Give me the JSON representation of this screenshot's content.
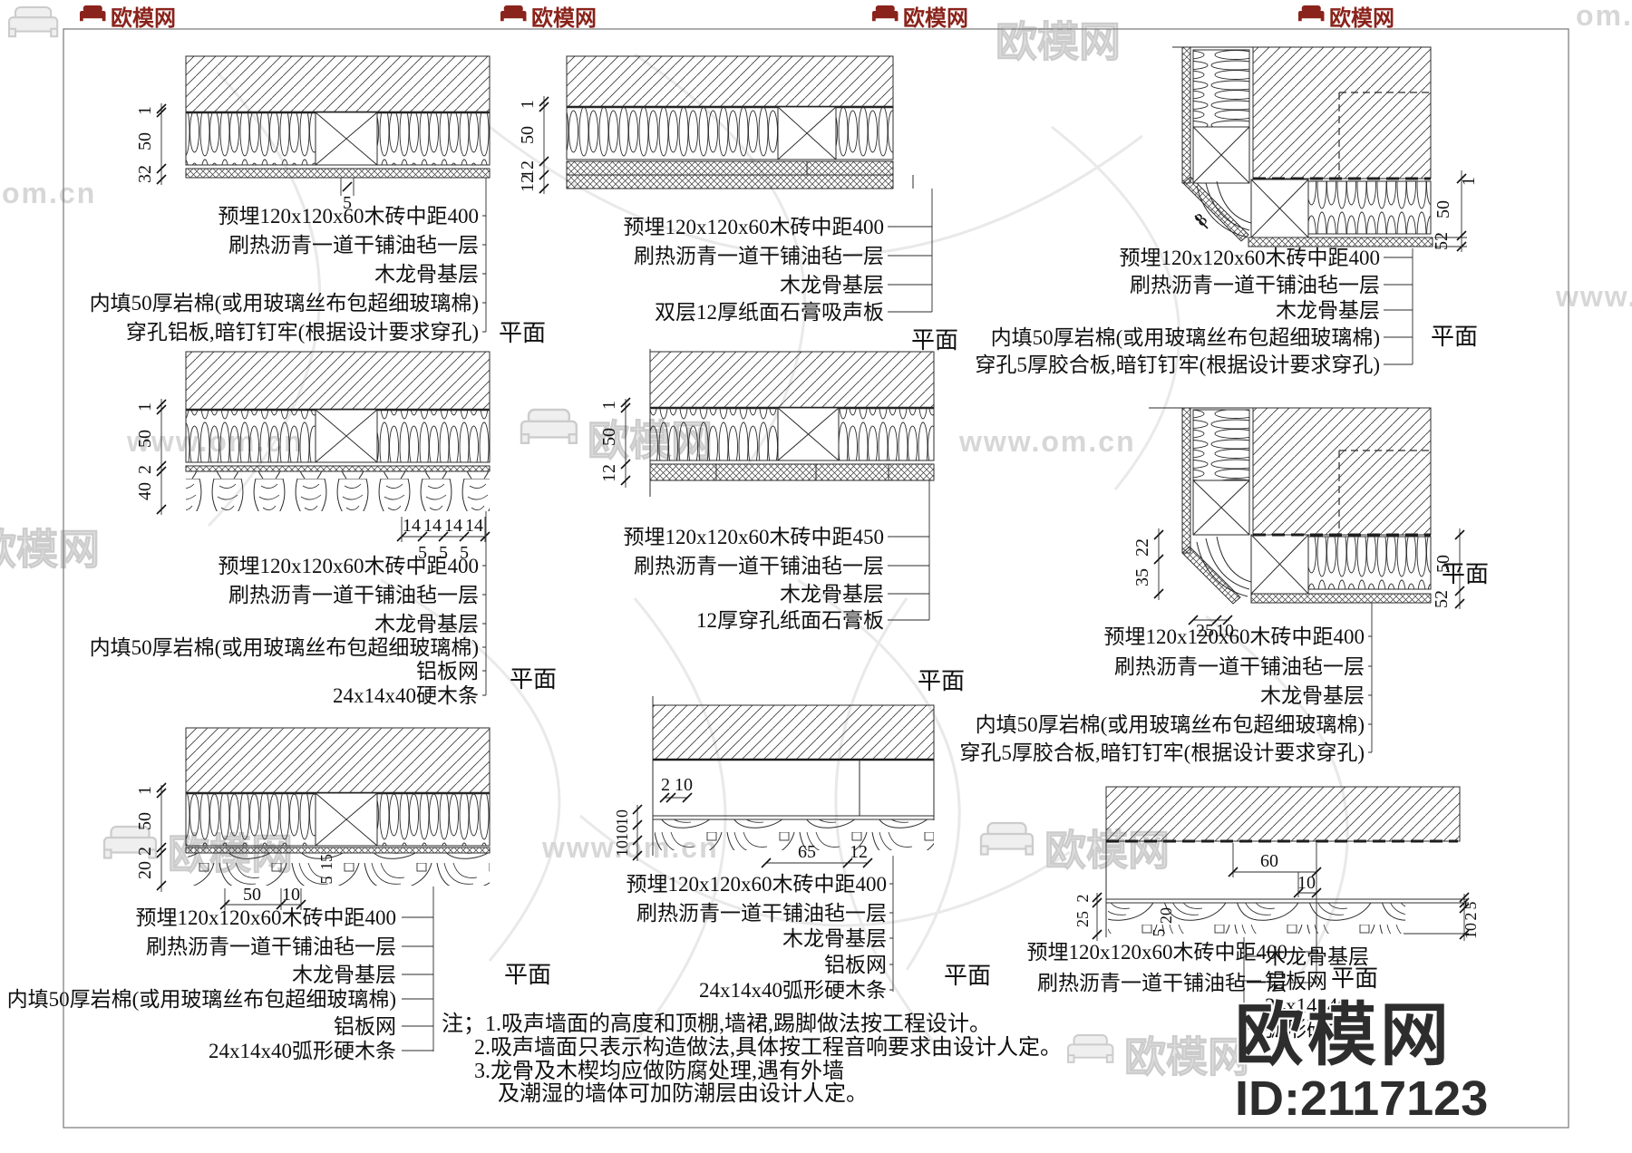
{
  "watermark": {
    "brand": "欧模网",
    "site": "www.om.cn",
    "site_short": "om.cn",
    "partial_www": "www.",
    "id_text": "ID:2117123"
  },
  "notes": [
    "注；1.吸声墙面的高度和顶棚,墙裙,踢脚做法按工程设计。",
    "2.吸声墙面只表示构造做法,具体按工程音响要求由设计人定。",
    "3.龙骨及木楔均应做防腐处理,遇有外墙",
    "及潮湿的墙体可加防潮层由设计人定。"
  ],
  "details": [
    {
      "name": "top-left",
      "plan": "平面",
      "labels": [
        "预埋120x120x60木砖中距400",
        "刷热沥青一道干铺油毡一层",
        "木龙骨基层",
        "内填50厚岩棉(或用玻璃丝布包超细玻璃棉)",
        "穿孔铝板,暗钉钉牢(根据设计要求穿孔)"
      ],
      "dims": [
        "1",
        "50",
        "32",
        "5"
      ]
    },
    {
      "name": "top-middle",
      "plan": "平面",
      "labels": [
        "预埋120x120x60木砖中距400",
        "刷热沥青一道干铺油毡一层",
        "木龙骨基层",
        "双层12厚纸面石膏吸声板"
      ],
      "dims": [
        "1",
        "50",
        "12",
        "12"
      ]
    },
    {
      "name": "top-right",
      "plan": "平面",
      "labels": [
        "预埋120x120x60木砖中距400",
        "刷热沥青一道干铺油毡一层",
        "木龙骨基层",
        "内填50厚岩棉(或用玻璃丝布包超细玻璃棉)",
        "穿孔5厚胶合板,暗钉钉牢(根据设计要求穿孔)"
      ],
      "dims": [
        "1",
        "50",
        "52",
        "8"
      ]
    },
    {
      "name": "middle-left",
      "plan": "平面",
      "labels": [
        "预埋120x120x60木砖中距400",
        "刷热沥青一道干铺油毡一层",
        "木龙骨基层",
        "内填50厚岩棉(或用玻璃丝布包超细玻璃棉)",
        "铝板网",
        "24x14x40硬木条"
      ],
      "dims": [
        "1",
        "50",
        "2",
        "40",
        "14",
        "14",
        "14",
        "14",
        "5",
        "5",
        "5"
      ]
    },
    {
      "name": "middle-middle",
      "plan": "平面",
      "labels": [
        "预埋120x120x60木砖中距450",
        "刷热沥青一道干铺油毡一层",
        "木龙骨基层",
        "12厚穿孔纸面石膏板"
      ],
      "dims": [
        "1",
        "50",
        "12"
      ]
    },
    {
      "name": "middle-right",
      "plan": "平面",
      "labels": [
        "预埋120x120x60木砖中距400",
        "刷热沥青一道干铺油毡一层",
        "木龙骨基层",
        "内填50厚岩棉(或用玻璃丝布包超细玻璃棉)",
        "穿孔5厚胶合板,暗钉钉牢(根据设计要求穿孔)"
      ],
      "dims": [
        "22",
        "35",
        "25",
        "10",
        "50",
        "52"
      ]
    },
    {
      "name": "bottom-left",
      "plan": "平面",
      "labels": [
        "预埋120x120x60木砖中距400",
        "刷热沥青一道干铺油毡一层",
        "木龙骨基层",
        "内填50厚岩棉(或用玻璃丝布包超细玻璃棉)",
        "铝板网",
        "24x14x40弧形硬木条"
      ],
      "dims": [
        "1",
        "50",
        "2",
        "20",
        "50",
        "10",
        "15",
        "5"
      ]
    },
    {
      "name": "bottom-middle",
      "plan": "平面",
      "labels": [
        "预埋120x120x60木砖中距400",
        "刷热沥青一道干铺油毡一层",
        "木龙骨基层",
        "铝板网",
        "24x14x40弧形硬木条"
      ],
      "dims": [
        "2",
        "10",
        "10",
        "10",
        "10",
        "65",
        "12"
      ]
    },
    {
      "name": "bottom-right",
      "plan": "平面",
      "labels": [
        "预埋120x120x60木砖中距400",
        "刷热沥青一道干铺油毡一层",
        "木龙骨基层",
        "铝板网",
        "24x14x40",
        "弧形硬木条"
      ],
      "dims": [
        "60",
        "10",
        "2",
        "25",
        "20",
        "5",
        "5",
        "2",
        "10"
      ]
    }
  ]
}
